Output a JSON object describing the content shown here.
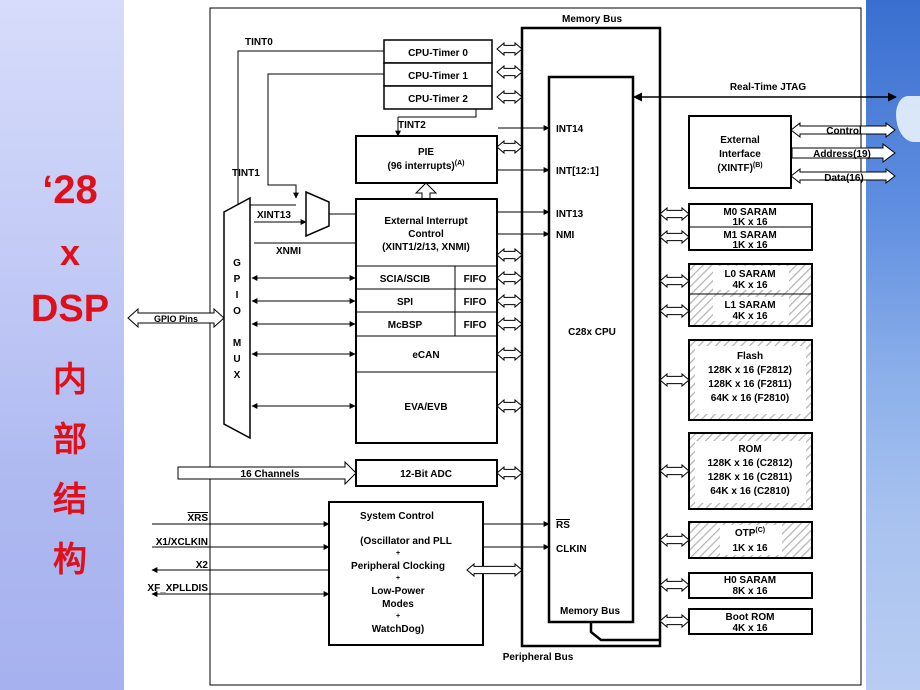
{
  "side_title": {
    "line1": "‘28",
    "line2": "x",
    "line3": "DSP",
    "line4": "内",
    "line5": "部",
    "line6": "结",
    "line7": "构",
    "color": "#e0101a"
  },
  "buses": {
    "memory_bus_top": "Memory Bus",
    "memory_bus_inner": "Memory Bus",
    "peripheral_bus": "Peripheral Bus",
    "jtag": "Real-Time JTAG"
  },
  "timers": [
    "CPU-Timer 0",
    "CPU-Timer 1",
    "CPU-Timer 2"
  ],
  "signals": {
    "tint0": "TINT0",
    "tint1": "TINT1",
    "tint2": "TINT2",
    "xint13": "XINT13",
    "xnmi": "XNMI",
    "gpio_pins": "GPIO Pins",
    "channels": "16 Channels",
    "xrs": "XRS",
    "xclkin": "X1/XCLKIN",
    "x2": "X2",
    "xf": "XF_XPLLDIS"
  },
  "pie": {
    "line1": "PIE",
    "line2": "(96 interrupts)",
    "sup": "(A)"
  },
  "ext_int": {
    "line1": "External Interrupt",
    "line2": "Control",
    "line3": "(XINT1/2/13, XNMI)"
  },
  "peripherals": [
    "SCIA/SCIB",
    "SPI",
    "McBSP"
  ],
  "fifo": "FIFO",
  "ecan": "eCAN",
  "eva": "EVA/EVB",
  "adc": "12-Bit ADC",
  "gpio_mux": [
    "G",
    "P",
    "I",
    "O",
    "",
    "M",
    "U",
    "X"
  ],
  "cpu": {
    "label": "C28x CPU",
    "int14": "INT14",
    "int12": "INT[12:1]",
    "int13": "INT13",
    "nmi": "NMI",
    "rs": "RS",
    "clkin": "CLKIN"
  },
  "system_control": [
    "System Control",
    "(Oscillator and  PLL",
    "+",
    "Peripheral Clocking",
    "+",
    "Low-Power",
    "Modes",
    "+",
    "WatchDog)"
  ],
  "ext_interface": {
    "line1": "External",
    "line2": "Interface",
    "line3": "(XINTF)",
    "sup": "(B)",
    "control": "Control",
    "address": "Address(19)",
    "data": "Data(16)"
  },
  "memory": {
    "m0": [
      "M0 SARAM",
      "1K x 16"
    ],
    "m1": [
      "M1 SARAM",
      "1K x 16"
    ],
    "l0": [
      "L0 SARAM",
      "4K x 16"
    ],
    "l1": [
      "L1 SARAM",
      "4K x 16"
    ],
    "flash": [
      "Flash",
      "128K x 16 (F2812)",
      "128K x 16 (F2811)",
      "64K x 16 (F2810)"
    ],
    "rom": [
      "ROM",
      "128K x 16 (C2812)",
      "128K x 16 (C2811)",
      "64K x 16 (C2810)"
    ],
    "otp": [
      "OTP",
      "1K x 16"
    ],
    "otp_sup": "(C)",
    "h0": [
      "H0 SARAM",
      "8K x 16"
    ],
    "boot": [
      "Boot ROM",
      "4K x 16"
    ]
  }
}
